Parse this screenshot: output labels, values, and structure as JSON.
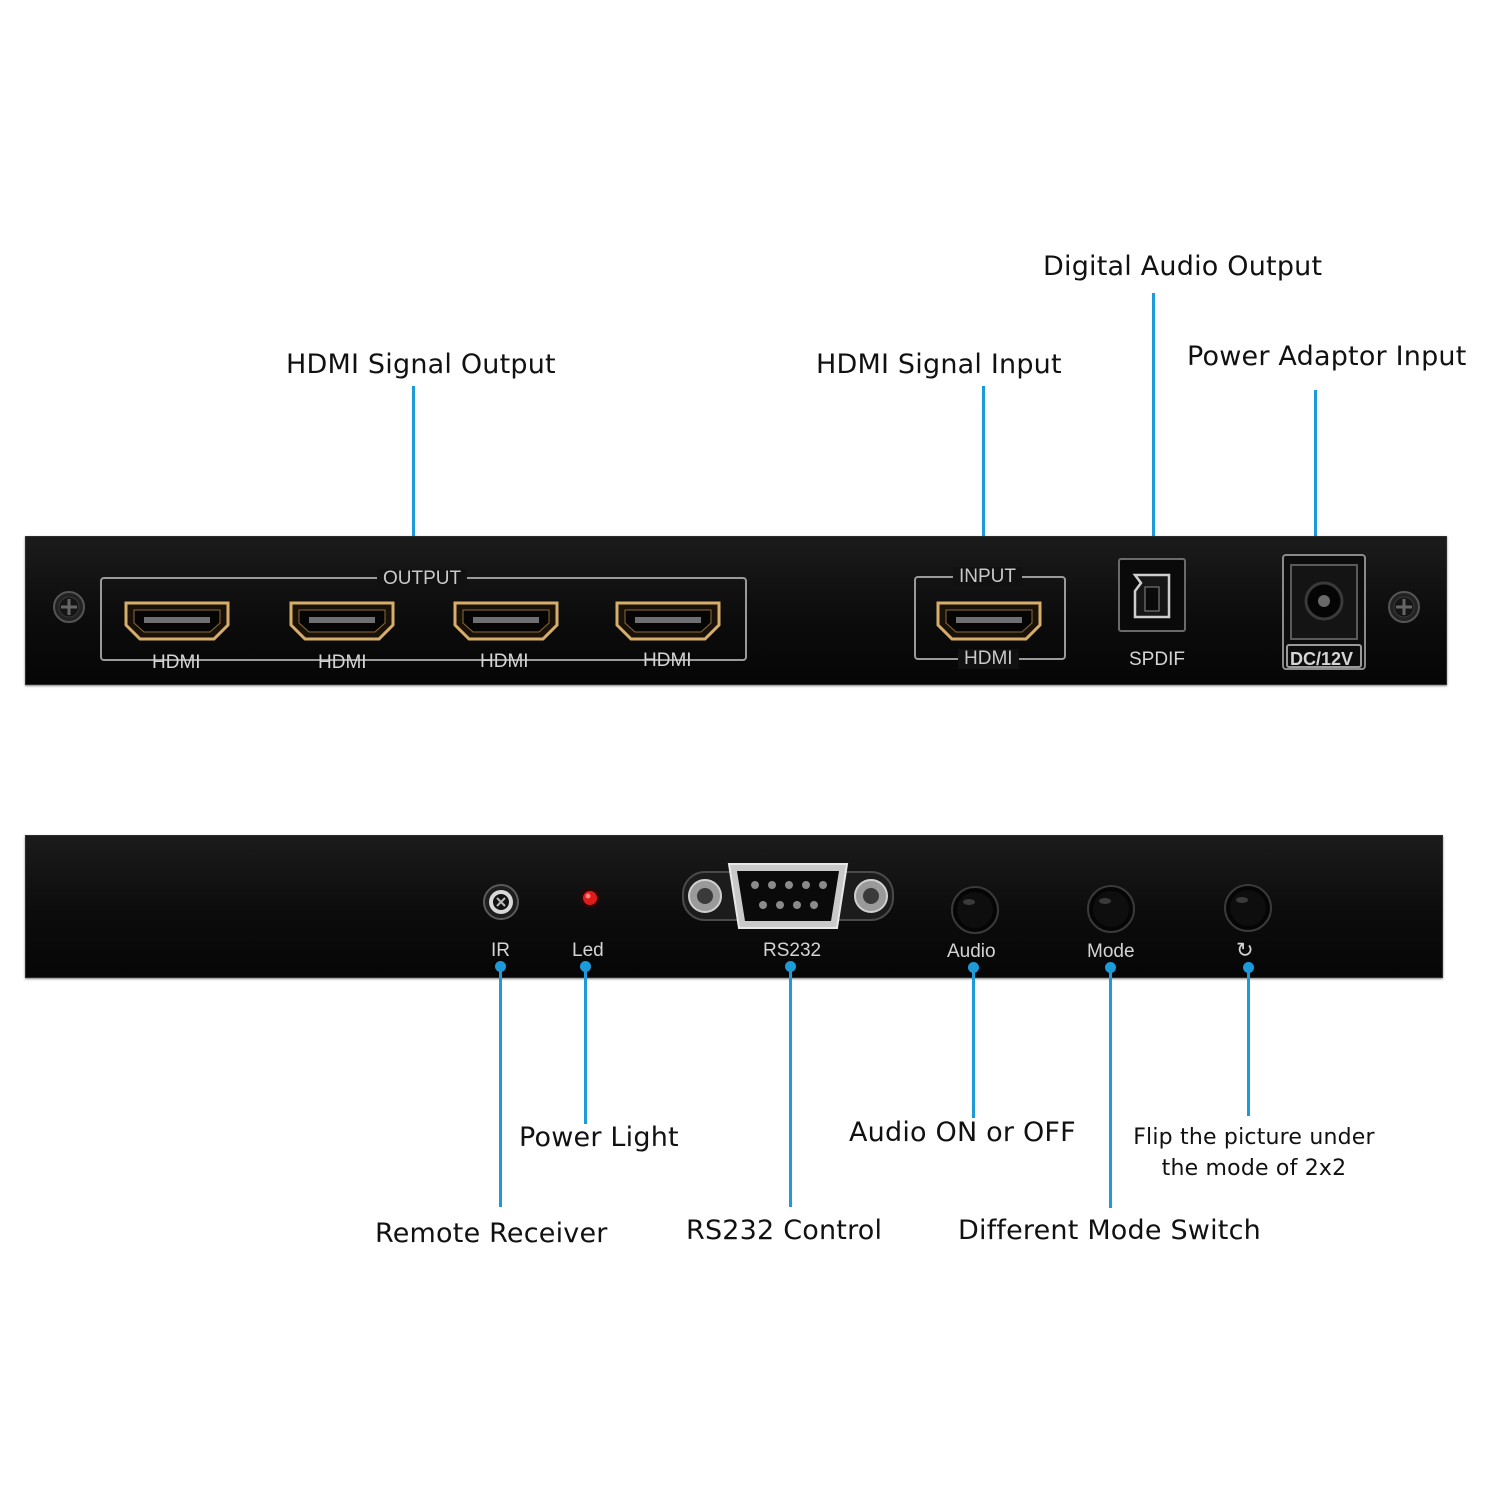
{
  "callouts": {
    "hdmi_signal_output": "HDMI Signal Output",
    "hdmi_signal_input": "HDMI Signal Input",
    "digital_audio_output": "Digital Audio Output",
    "power_adaptor_input": "Power Adaptor Input",
    "power_light": "Power Light",
    "remote_receiver": "Remote Receiver",
    "rs232_control": "RS232 Control",
    "audio_on_off": "Audio ON or OFF",
    "flip_picture_line1": "Flip the picture under",
    "flip_picture_line2": "the mode of 2x2",
    "different_mode_switch": "Different Mode Switch"
  },
  "rear_panel": {
    "output_group_label": "OUTPUT",
    "input_group_label": "INPUT",
    "port_labels": [
      "HDMI",
      "HDMI",
      "HDMI",
      "HDMI"
    ],
    "input_port_label": "HDMI",
    "spdif_label": "SPDIF",
    "dc_label": "DC/12V"
  },
  "front_panel": {
    "ir_label": "IR",
    "led_label": "Led",
    "rs232_label": "RS232",
    "audio_label": "Audio",
    "mode_label": "Mode",
    "rotate_symbol": "↻"
  },
  "colors": {
    "leader_line": "#1c9bd8",
    "panel_body": "#0c0c0c",
    "connector_gold": "#d6ad6a",
    "led_red": "#e01b1b"
  },
  "icons": {
    "screw": "screw-icon",
    "hdmi_port": "hdmi-port-icon",
    "optical_port": "optical-port-icon",
    "dc_jack": "dc-jack-icon",
    "db9": "db9-connector-icon",
    "button": "push-button-icon"
  }
}
